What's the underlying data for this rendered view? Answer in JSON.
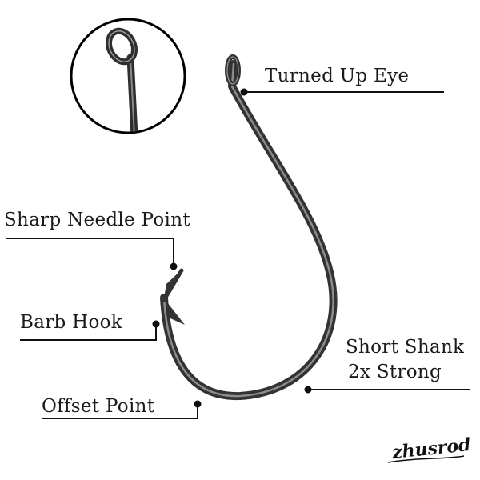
{
  "labels": {
    "turned_up_eye": "Turned Up Eye",
    "sharp_needle_point": "Sharp Needle Point",
    "barb_hook": "Barb Hook",
    "short_shank_line1": "Short Shank",
    "short_shank_line2": "2x Strong",
    "offset_point": "Offset Point"
  },
  "brand": "zhusrod",
  "colors": {
    "hook_metal": "#3a3a3a",
    "hook_highlight": "#9a9a9a",
    "leader_line": "#111111",
    "text": "#1a1a1a"
  }
}
